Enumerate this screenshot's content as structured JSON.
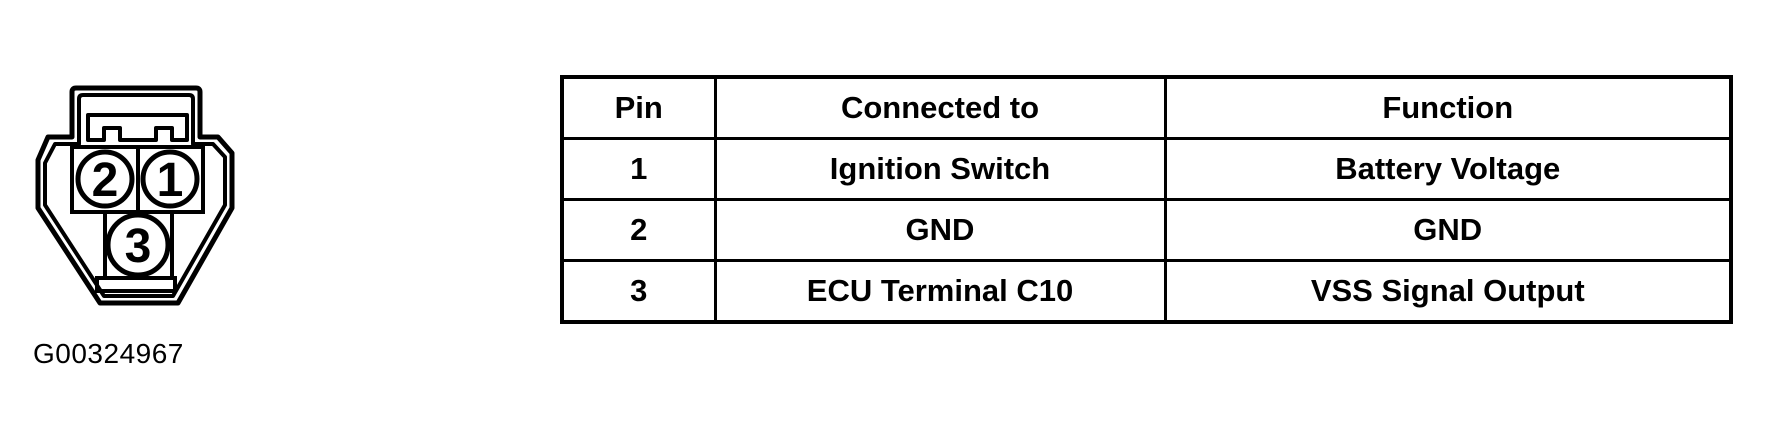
{
  "figure": {
    "caption": "G00324967",
    "connector": {
      "pins": [
        "2",
        "1",
        "3"
      ]
    }
  },
  "table": {
    "headers": [
      "Pin",
      "Connected to",
      "Function"
    ],
    "rows": [
      [
        "1",
        "Ignition Switch",
        "Battery Voltage"
      ],
      [
        "2",
        "GND",
        "GND"
      ],
      [
        "3",
        "ECU Terminal C10",
        "VSS Signal Output"
      ]
    ]
  },
  "colors": {
    "ink": "#000000",
    "paper": "#ffffff"
  }
}
